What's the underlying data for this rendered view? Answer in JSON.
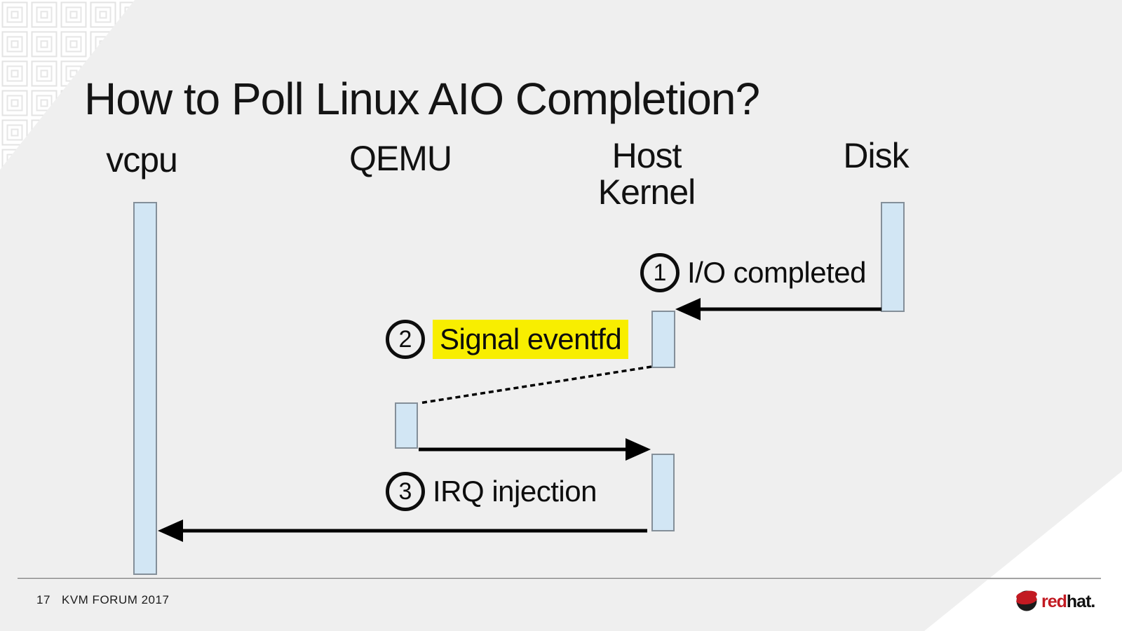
{
  "slide": {
    "title": "How to Poll Linux AIO Completion?",
    "page_number": "17",
    "footer_text": "KVM FORUM 2017",
    "logo_red": "red",
    "logo_hat": "hat."
  },
  "diagram": {
    "lanes": {
      "vcpu": "vcpu",
      "qemu": "QEMU",
      "host_kernel_line1": "Host",
      "host_kernel_line2": "Kernel",
      "disk": "Disk"
    },
    "steps": [
      {
        "number": "1",
        "label": "I/O completed",
        "highlighted": false
      },
      {
        "number": "2",
        "label": "Signal eventfd",
        "highlighted": true
      },
      {
        "number": "3",
        "label": "IRQ injection",
        "highlighted": false
      }
    ],
    "colors": {
      "background": "#efefef",
      "bar_fill": "#d2e6f4",
      "bar_border": "#848f99",
      "highlight": "#f8ee00",
      "arrow": "#000000"
    }
  }
}
